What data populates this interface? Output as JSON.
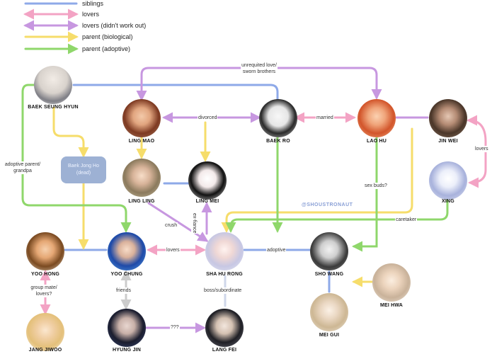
{
  "legend": [
    {
      "label": "siblings",
      "color": "#8ea9e8"
    },
    {
      "label": "lovers",
      "color": "#f3a3c4"
    },
    {
      "label": "lovers (didn't work out)",
      "color": "#c797e0"
    },
    {
      "label": "parent (biological)",
      "color": "#f6dd6b"
    },
    {
      "label": "parent (adoptive)",
      "color": "#8fd76b"
    }
  ],
  "characters": {
    "baek_seung_hyun": "BAEK SEUNG HYUN",
    "ling_mao": "LING MAO",
    "baek_ro": "BAEK RO",
    "lao_hu": "LAO HU",
    "jin_wei": "JIN WEI",
    "ling_ling": "LING LING",
    "ling_mei": "LING MEI",
    "xing": "XING",
    "yoo_hong": "YOO HONG",
    "yoo_chung": "YOO CHUNG",
    "sha_hu_rong": "SHA HU RONG",
    "sho_wang": "SHO WANG",
    "mei_hwa": "MEI HWA",
    "mei_gui": "MEI GUI",
    "jang_jiwoo": "JANG JIWOO",
    "hyung_jin": "HYUNG JIN",
    "lang_fei": "LANG FEI"
  },
  "baek_jong_ho": {
    "name": "Baek Jong Ho",
    "status": "(dead)"
  },
  "edge_labels": {
    "unrequited": [
      "unrequited love/",
      "sworn brothers"
    ],
    "divorced": "divorced",
    "married": "married",
    "lovers_jin_xing": "lovers",
    "adoptive_parent": [
      "adoptive parent/",
      "grandpa"
    ],
    "sex_buds": "sex buds?",
    "crush": "crush",
    "ex_fiance": "ex-fiance",
    "caretaker": "caretaker",
    "lovers_yoo_sha": "lovers",
    "adoptive": "adoptive",
    "group_mate": [
      "group mate/",
      "lovers?"
    ],
    "friends": "friends",
    "boss": "boss/subordinate",
    "unknown": "???"
  },
  "watermark": "@SHOUSTRONAUT"
}
